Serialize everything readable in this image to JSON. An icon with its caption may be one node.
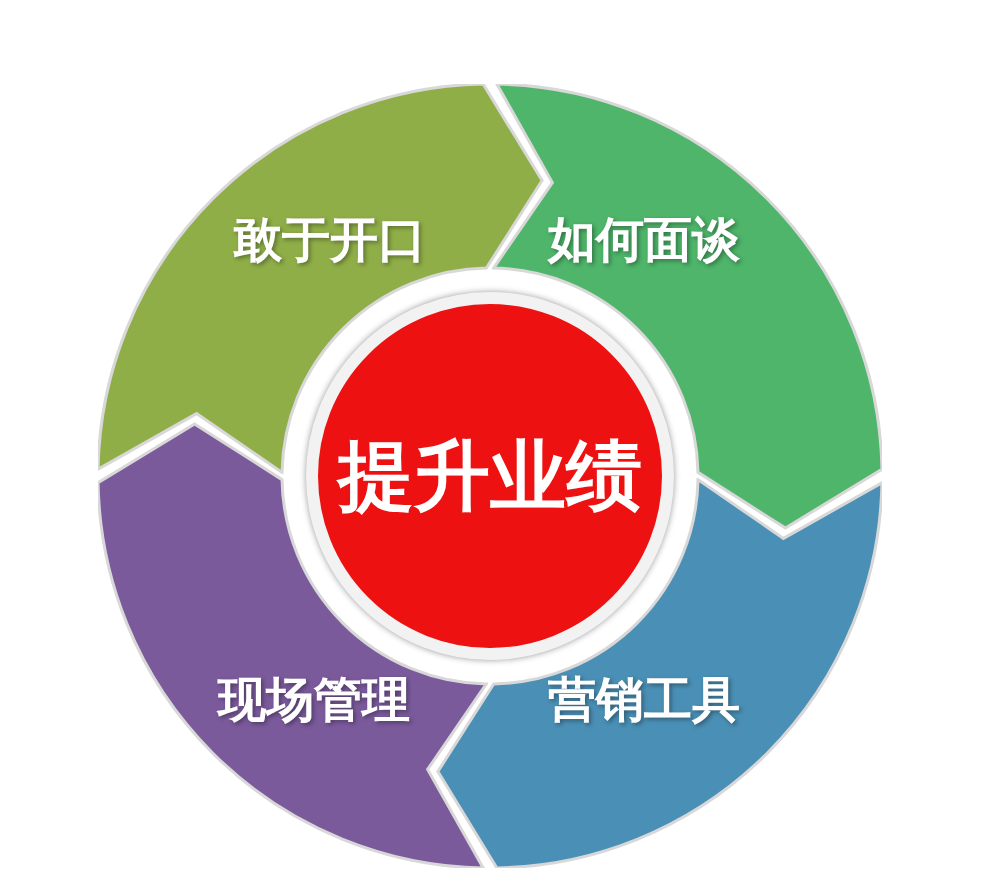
{
  "diagram": {
    "nodes": [
      {
        "text": [
          "敢于开口"
        ]
      },
      {
        "text": [
          "如何面谈"
        ]
      },
      {
        "text": [
          "提升业绩"
        ]
      },
      {
        "text": [
          "现场管理"
        ]
      },
      {
        "text": [
          "营销工具"
        ]
      }
    ]
  }
}
